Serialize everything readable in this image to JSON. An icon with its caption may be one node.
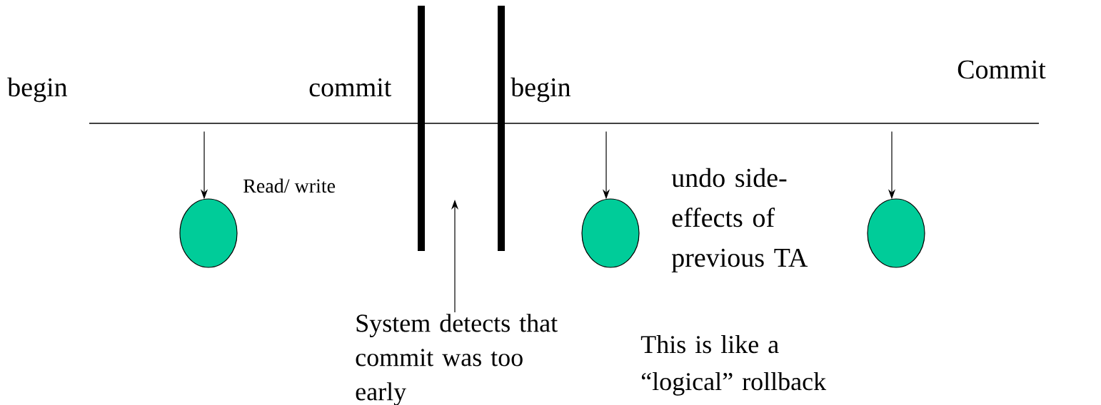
{
  "diagram": {
    "nodes": [
      {
        "text": [],
        "shape": "circle"
      },
      {
        "text": [],
        "shape": "circle"
      },
      {
        "text": [],
        "shape": "circle"
      },
      {
        "text": [
          "System detects that commit was too early"
        ]
      }
    ],
    "edges": [
      {
        "from": null,
        "to": 0,
        "arrow": "to"
      },
      {
        "from": null,
        "to": 1,
        "arrow": "to"
      },
      {
        "from": null,
        "to": 2,
        "arrow": "to"
      },
      {
        "from": 3,
        "to": null,
        "arrow": "to"
      }
    ],
    "labels": [
      "begin",
      "commit",
      "begin",
      "Commit",
      "Read/ write",
      "undo side-effects of previous TA",
      "This is like a “logical” rollback"
    ]
  }
}
